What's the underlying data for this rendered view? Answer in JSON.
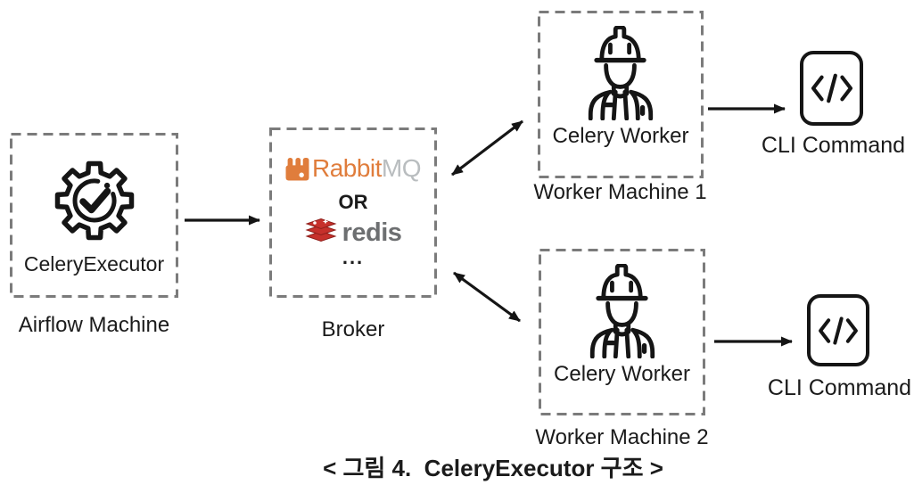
{
  "caption": "< 그림 4.  CeleryExecutor 구조 >",
  "colors": {
    "ink": "#151515",
    "dashed_border_gray": "#7b7b7b",
    "rabbitmq_orange": "#e07d3c",
    "rabbitmq_mq_gray": "#b9bdbf",
    "redis_red": "#c6302b",
    "redis_text_gray": "#6d6f71"
  },
  "nodes": {
    "airflow_machine": {
      "box_title": "CeleryExecutor",
      "machine_label": "Airflow Machine",
      "icon": "gear-check-icon"
    },
    "broker": {
      "machine_label": "Broker",
      "rabbitmq": {
        "name": "Rabbit",
        "suffix": "MQ",
        "icon": "rabbitmq-icon"
      },
      "or_text": "OR",
      "redis": {
        "name": "redis",
        "icon": "redis-icon"
      },
      "more_text": "..."
    },
    "worker_machine_1": {
      "box_title": "Celery Worker",
      "machine_label": "Worker Machine 1",
      "icon": "construction-worker-icon"
    },
    "worker_machine_2": {
      "box_title": "Celery Worker",
      "machine_label": "Worker Machine 2",
      "icon": "construction-worker-icon"
    },
    "cli_command_1": {
      "label": "CLI Command",
      "icon": "code-icon",
      "glyph": "</>"
    },
    "cli_command_2": {
      "label": "CLI Command",
      "icon": "code-icon",
      "glyph": "</>"
    }
  },
  "edges": [
    {
      "from": "CeleryExecutor",
      "to": "Broker",
      "direction": "one-way"
    },
    {
      "from": "Broker",
      "to": "Worker Machine 1",
      "direction": "two-way"
    },
    {
      "from": "Broker",
      "to": "Worker Machine 2",
      "direction": "two-way"
    },
    {
      "from": "Worker Machine 1",
      "to": "CLI Command",
      "direction": "one-way"
    },
    {
      "from": "Worker Machine 2",
      "to": "CLI Command",
      "direction": "one-way"
    }
  ]
}
